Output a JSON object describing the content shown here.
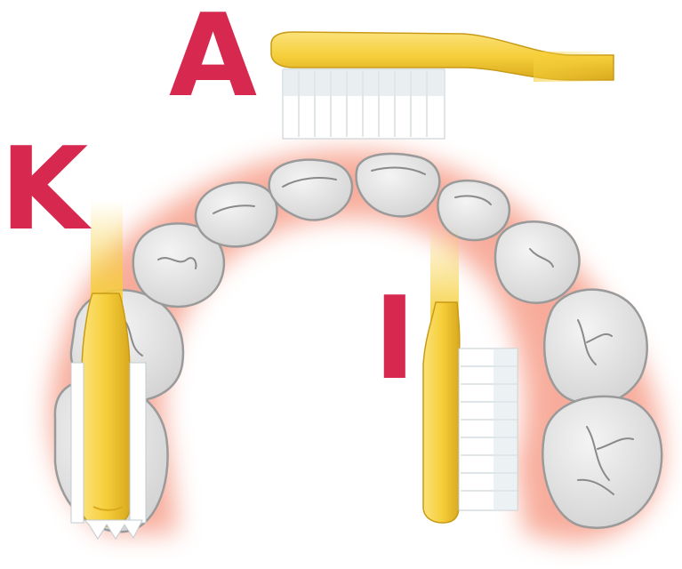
{
  "labels": {
    "a": "A",
    "k": "K",
    "i": "I"
  },
  "colors": {
    "label": "#d7284f",
    "gum_glow": "#f26a4b",
    "tooth_fill": "#e3e3e3",
    "tooth_edge": "#9a9a9a",
    "brush_handle": "#f6cf3b",
    "brush_handle_dark": "#d9a91e",
    "bristles": "#ffffff",
    "bristle_shadow": "#b9c6cc"
  },
  "icons": {
    "brush_a": "toothbrush-horizontal-icon",
    "brush_k": "toothbrush-vertical-icon",
    "brush_i": "toothbrush-side-icon",
    "arch": "dental-arch-icon"
  }
}
